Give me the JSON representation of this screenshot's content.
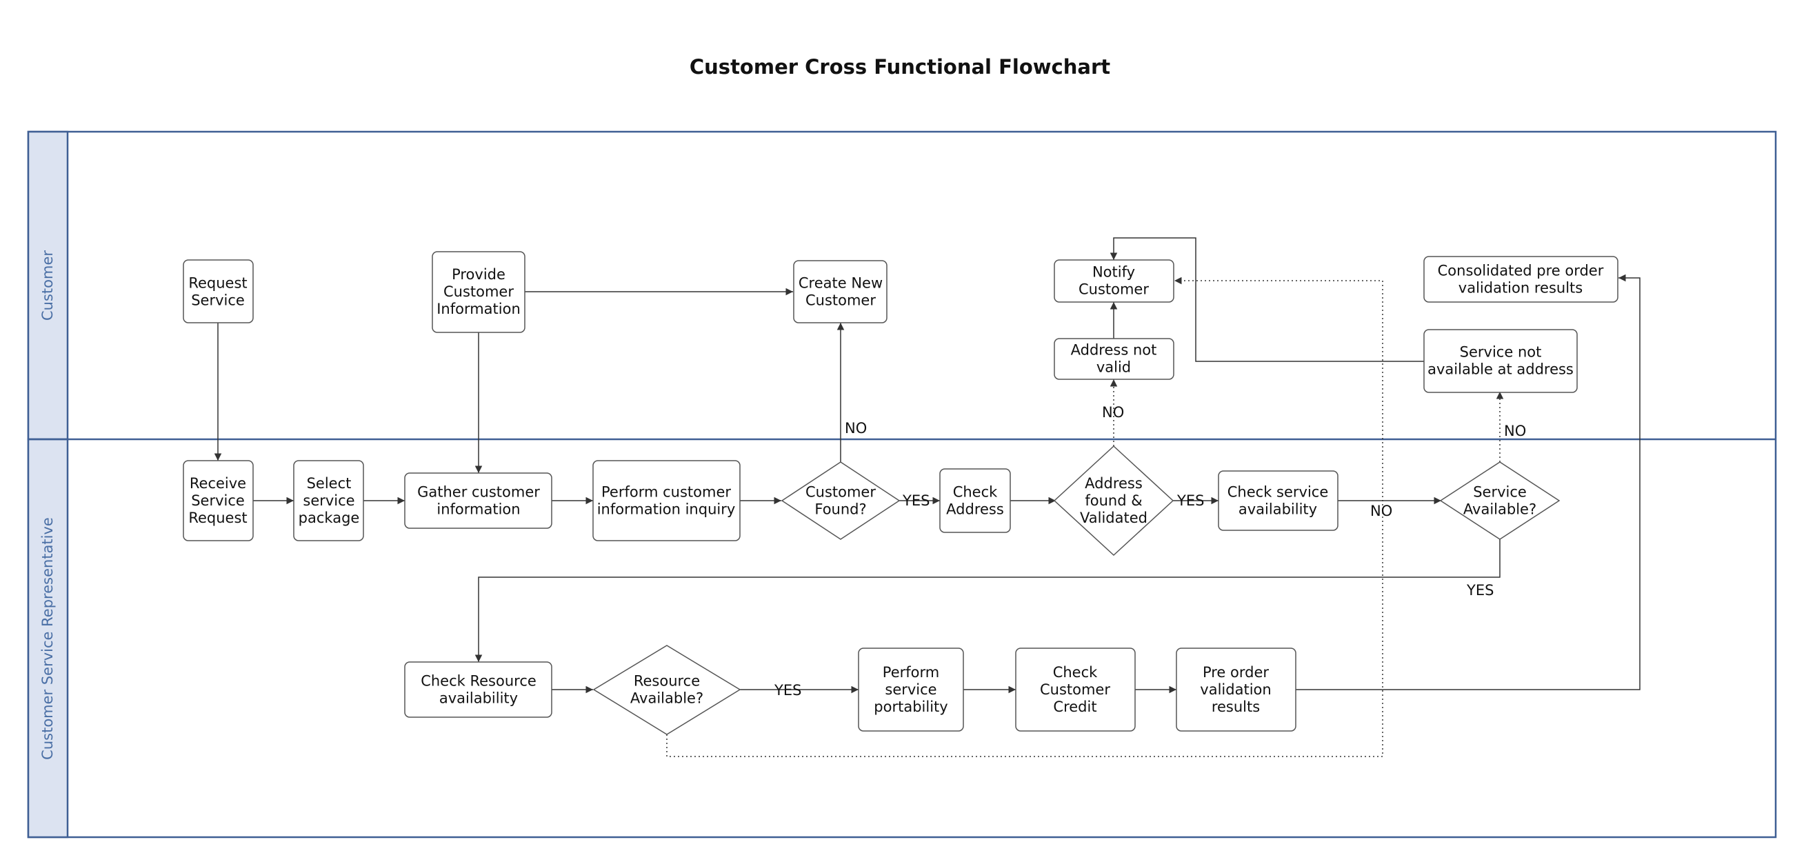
{
  "title": "Customer Cross Functional Flowchart",
  "colors": {
    "lane_border": "#3f5f94",
    "lane_header_fill": "#dce3f1",
    "lane_label": "#4a6fa5",
    "shape_stroke": "#555555",
    "edge": "#333333"
  },
  "lanes": [
    {
      "id": "customer",
      "label": "Customer"
    },
    {
      "id": "csr",
      "label": "Customer Service Representative"
    }
  ],
  "nodes": {
    "request_service": {
      "shape": "process",
      "label": "Request Service"
    },
    "provide_info": {
      "shape": "process",
      "label": "Provide Customer Information"
    },
    "create_new_customer": {
      "shape": "process",
      "label": "Create New Customer"
    },
    "notify_customer": {
      "shape": "process",
      "label": "Notify Customer"
    },
    "address_not_valid": {
      "shape": "process",
      "label": "Address not valid"
    },
    "consolidated_results": {
      "shape": "process",
      "label": "Consolidated pre order validation results"
    },
    "service_not_available": {
      "shape": "process",
      "label": "Service not available at address"
    },
    "receive_request": {
      "shape": "process",
      "label": "Receive Service Request"
    },
    "select_package": {
      "shape": "process",
      "label": "Select service package"
    },
    "gather_info": {
      "shape": "process",
      "label": "Gather customer information"
    },
    "perform_inquiry": {
      "shape": "process",
      "label": "Perform customer information inquiry"
    },
    "customer_found": {
      "shape": "decision",
      "label": "Customer Found?"
    },
    "check_address": {
      "shape": "process",
      "label": "Check Address"
    },
    "address_validated": {
      "shape": "decision",
      "label": "Address found & Validated"
    },
    "check_service": {
      "shape": "process",
      "label": "Check service availability"
    },
    "service_available": {
      "shape": "decision",
      "label": "Service Available?"
    },
    "check_resource": {
      "shape": "process",
      "label": "Check Resource availability"
    },
    "resource_available": {
      "shape": "decision",
      "label": "Resource Available?"
    },
    "perform_portability": {
      "shape": "process",
      "label": "Perform service portability"
    },
    "check_credit": {
      "shape": "process",
      "label": "Check Customer Credit"
    },
    "preorder_results": {
      "shape": "process",
      "label": "Pre order validation results"
    }
  },
  "edges": [
    {
      "from": "request_service",
      "to": "receive_request",
      "label": ""
    },
    {
      "from": "receive_request",
      "to": "select_package",
      "label": ""
    },
    {
      "from": "select_package",
      "to": "gather_info",
      "label": ""
    },
    {
      "from": "provide_info",
      "to": "gather_info",
      "label": ""
    },
    {
      "from": "provide_info",
      "to": "create_new_customer",
      "label": ""
    },
    {
      "from": "gather_info",
      "to": "perform_inquiry",
      "label": ""
    },
    {
      "from": "perform_inquiry",
      "to": "customer_found",
      "label": ""
    },
    {
      "from": "customer_found",
      "to": "create_new_customer",
      "label": "NO"
    },
    {
      "from": "customer_found",
      "to": "check_address",
      "label": "YES"
    },
    {
      "from": "check_address",
      "to": "address_validated",
      "label": ""
    },
    {
      "from": "address_validated",
      "to": "address_not_valid",
      "label": "NO",
      "style": "dotted"
    },
    {
      "from": "address_not_valid",
      "to": "notify_customer",
      "label": ""
    },
    {
      "from": "address_validated",
      "to": "check_service",
      "label": "YES"
    },
    {
      "from": "check_service",
      "to": "service_available",
      "label": "NO"
    },
    {
      "from": "service_available",
      "to": "service_not_available",
      "label": "NO",
      "style": "dotted"
    },
    {
      "from": "service_not_available",
      "to": "notify_customer",
      "label": ""
    },
    {
      "from": "service_available",
      "to": "check_resource",
      "label": "YES"
    },
    {
      "from": "check_resource",
      "to": "resource_available",
      "label": ""
    },
    {
      "from": "resource_available",
      "to": "perform_portability",
      "label": "YES"
    },
    {
      "from": "resource_available",
      "to": "notify_customer",
      "label": "",
      "style": "dotted"
    },
    {
      "from": "perform_portability",
      "to": "check_credit",
      "label": ""
    },
    {
      "from": "check_credit",
      "to": "preorder_results",
      "label": ""
    },
    {
      "from": "preorder_results",
      "to": "consolidated_results",
      "label": ""
    }
  ]
}
